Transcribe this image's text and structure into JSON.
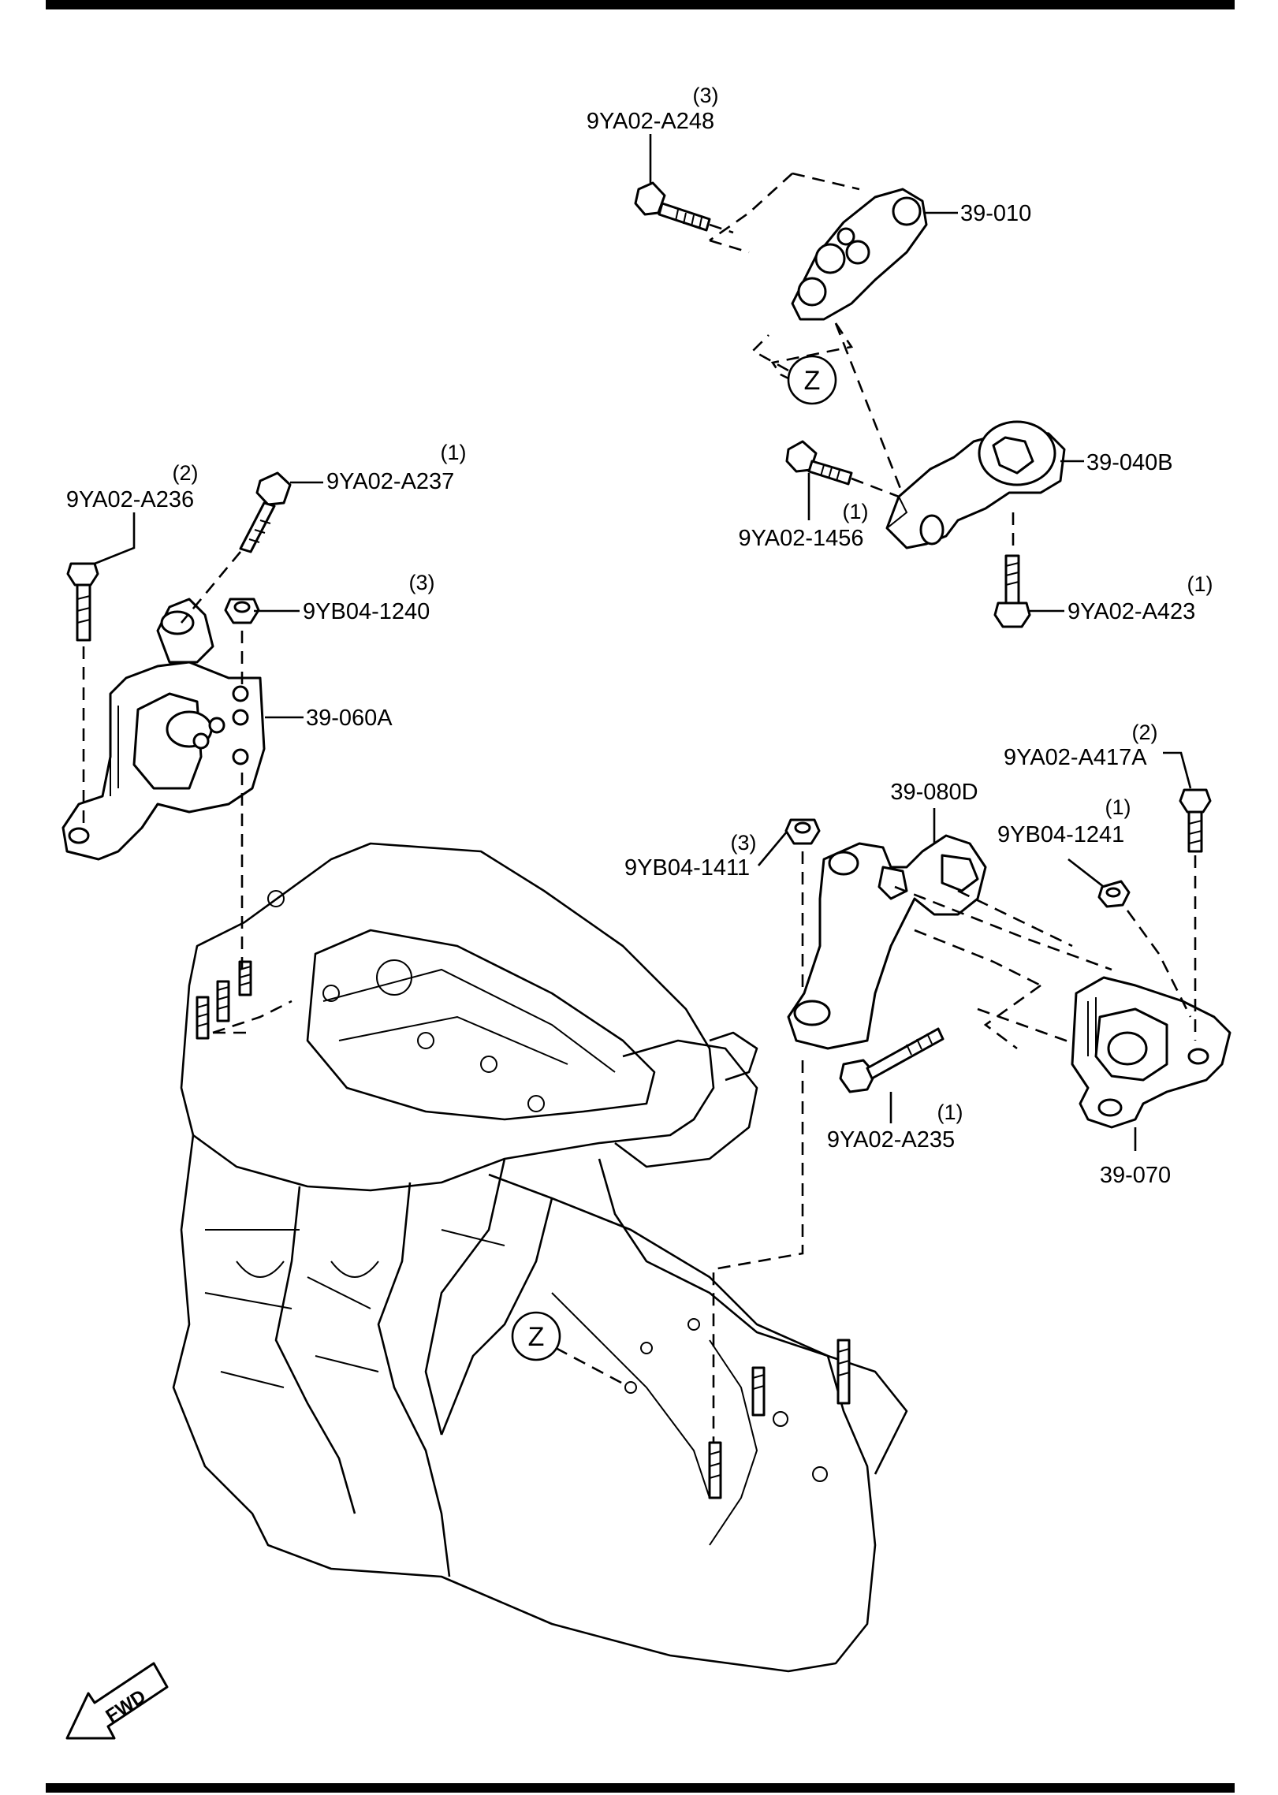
{
  "parts": {
    "p_39_010": "39-010",
    "p_39_040B": "39-040B",
    "p_39_060A": "39-060A",
    "p_39_070": "39-070",
    "p_39_080D": "39-080D",
    "b_9YA02_A248": "9YA02-A248",
    "q_9YA02_A248": "(3)",
    "b_9YA02_A236": "9YA02-A236",
    "q_9YA02_A236": "(2)",
    "b_9YA02_A237": "9YA02-A237",
    "q_9YA02_A237": "(1)",
    "b_9YB04_1240": "9YB04-1240",
    "q_9YB04_1240": "(3)",
    "b_9YA02_1456": "9YA02-1456",
    "q_9YA02_1456": "(1)",
    "b_9YA02_A423": "9YA02-A423",
    "q_9YA02_A423": "(1)",
    "b_9YA02_A417A": "9YA02-A417A",
    "q_9YA02_A417A": "(2)",
    "b_9YB04_1241": "9YB04-1241",
    "q_9YB04_1241": "(1)",
    "b_9YB04_1411": "9YB04-1411",
    "q_9YB04_1411": "(3)",
    "b_9YA02_A235": "9YA02-A235",
    "q_9YA02_A235": "(1)"
  },
  "markers": {
    "z_top": "Z",
    "z_engine": "Z"
  },
  "fwd": "FWD"
}
